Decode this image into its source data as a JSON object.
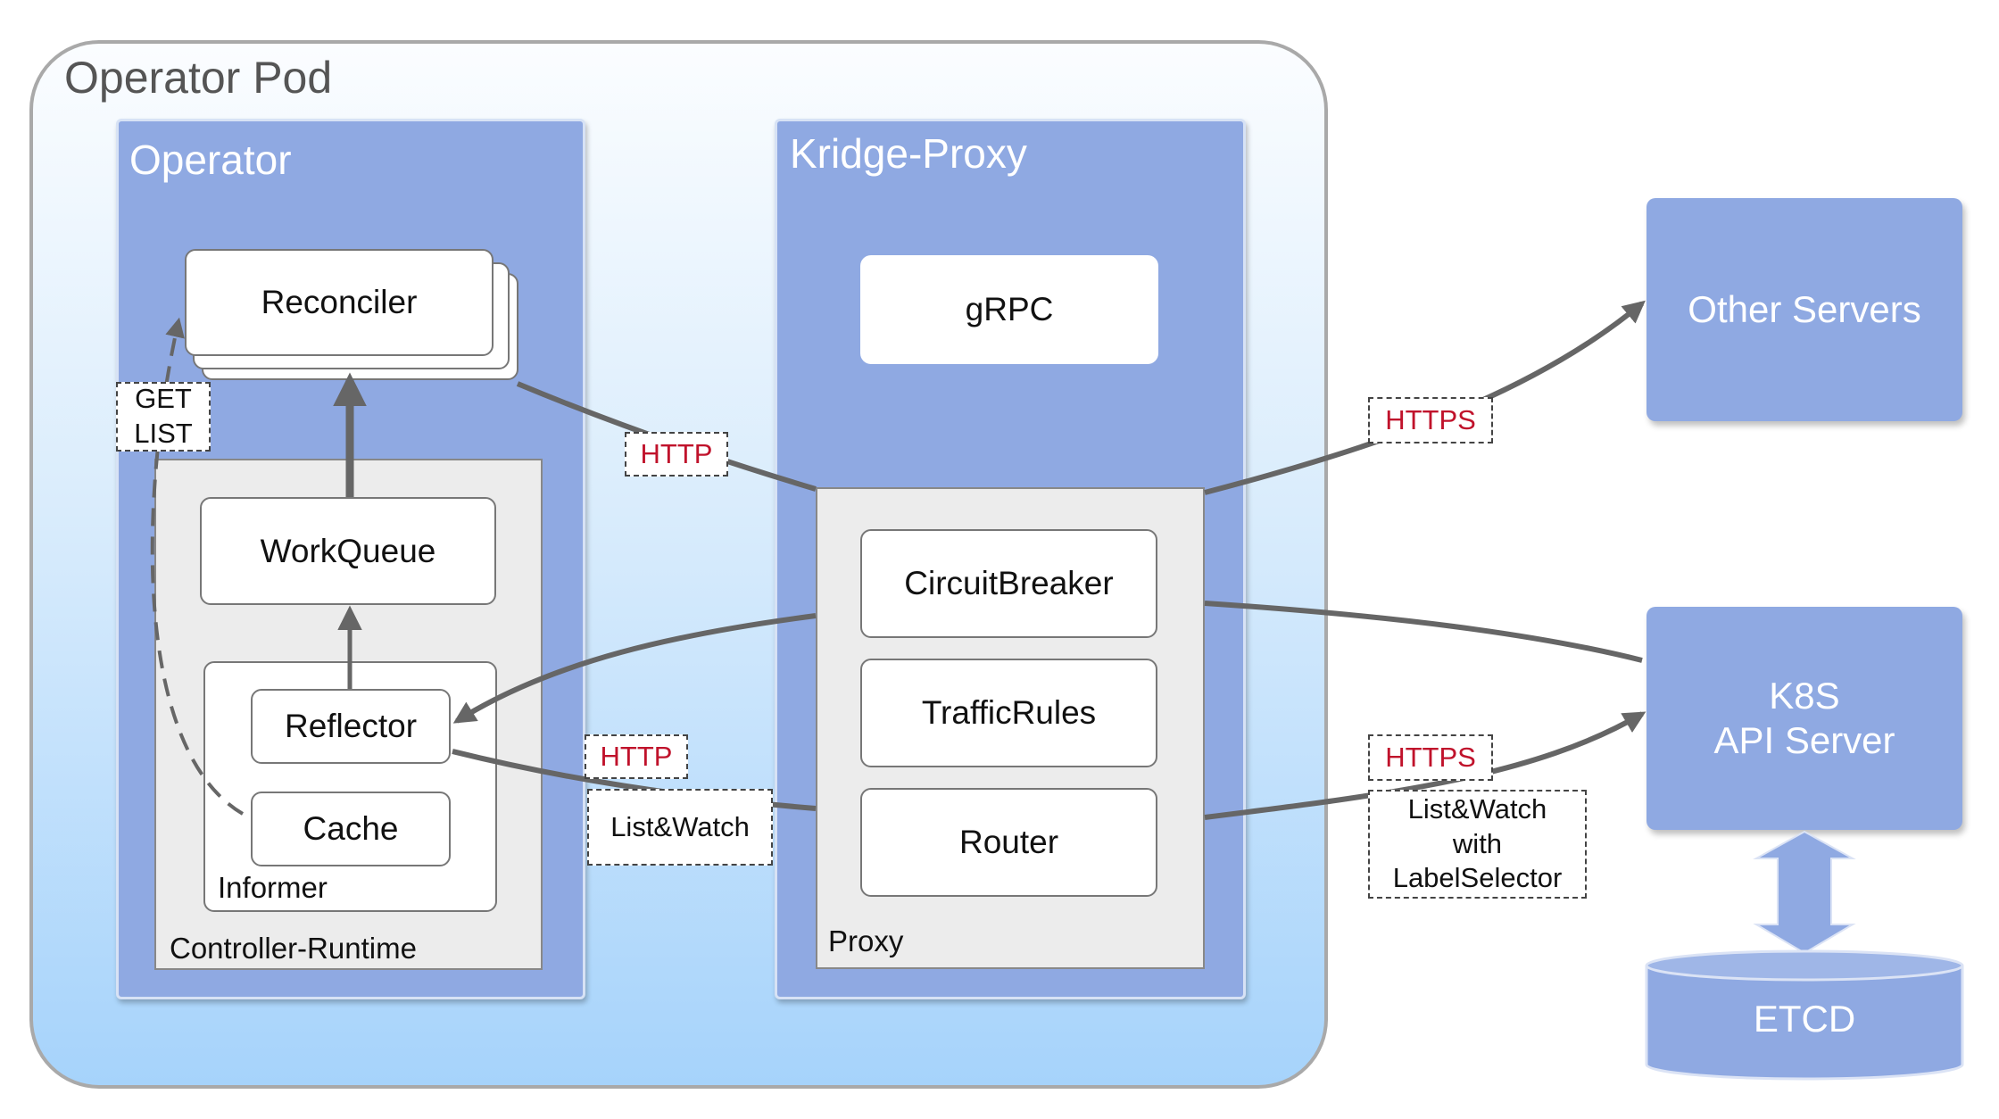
{
  "operator_pod": {
    "title": "Operator Pod"
  },
  "operator": {
    "title": "Operator",
    "reconciler": "Reconciler",
    "workqueue": "WorkQueue",
    "reflector": "Reflector",
    "cache": "Cache",
    "informer_label": "Informer",
    "controller_runtime_label": "Controller-Runtime"
  },
  "kridge_proxy": {
    "title": "Kridge-Proxy",
    "grpc": "gRPC",
    "proxy_label": "Proxy",
    "circuit_breaker": "CircuitBreaker",
    "traffic_rules": "TrafficRules",
    "router": "Router"
  },
  "external": {
    "other_servers": "Other Servers",
    "k8s_line1": "K8S",
    "k8s_line2": "API Server",
    "etcd": "ETCD"
  },
  "edge_labels": {
    "get": "GET",
    "list": "LIST",
    "http_upper": "HTTP",
    "http_lower": "HTTP",
    "list_watch": "List&Watch",
    "https_upper": "HTTPS",
    "https_lower": "HTTPS",
    "lw_label_line1": "List&Watch",
    "lw_label_line2": "with",
    "lw_label_line3": "LabelSelector"
  },
  "colors": {
    "panel_blue": "#8fa9e2",
    "arrow_grey": "#666666",
    "protocol_red": "#c0122b"
  }
}
